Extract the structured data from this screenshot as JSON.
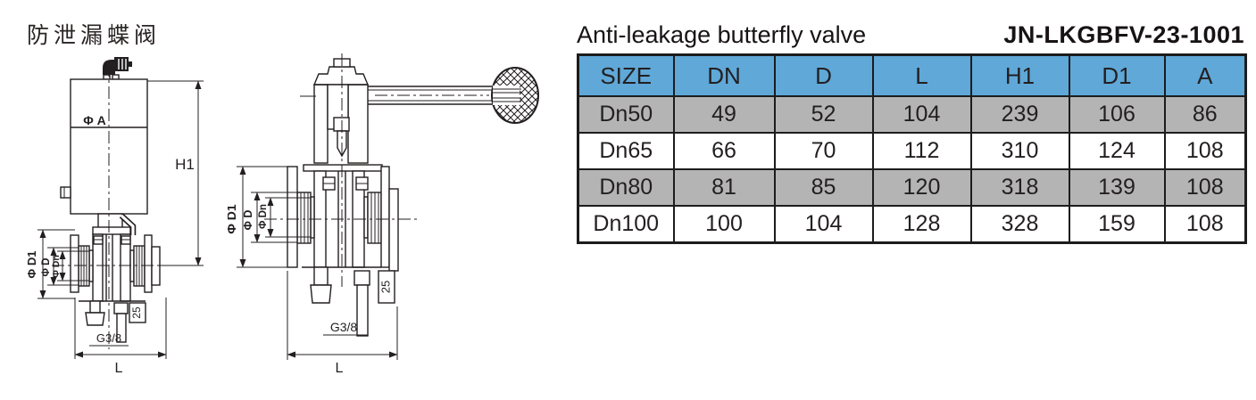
{
  "header": {
    "title_cn": "防泄漏蝶阀"
  },
  "table": {
    "title": "Anti-leakage butterfly valve",
    "model": "JN-LKGBFV-23-1001",
    "columns": [
      "SIZE",
      "DN",
      "D",
      "L",
      "H1",
      "D1",
      "A"
    ],
    "rows": [
      {
        "cells": [
          "Dn50",
          "49",
          "52",
          "104",
          "239",
          "106",
          "86"
        ]
      },
      {
        "cells": [
          "Dn65",
          "66",
          "70",
          "112",
          "310",
          "124",
          "108"
        ]
      },
      {
        "cells": [
          "Dn80",
          "81",
          "85",
          "120",
          "318",
          "139",
          "108"
        ]
      },
      {
        "cells": [
          "Dn100",
          "100",
          "104",
          "128",
          "328",
          "159",
          "108"
        ]
      }
    ],
    "colors": {
      "header_bg": "#5FA8D8",
      "row_alt_bg": "#B4B4B4",
      "border": "#1C1C1C"
    }
  },
  "drawings": {
    "line_color": "#231F20",
    "pneumatic": {
      "phi_a": "Φ A",
      "h1": "H1",
      "phi_d1": "Φ D1",
      "phi_d": "Φ D",
      "phi_dn": "Φ Dn",
      "thread": "G3/8",
      "depth": "25",
      "length": "L"
    },
    "manual": {
      "phi_d1": "Φ D1",
      "phi_d": "Φ D",
      "phi_dn": "Φ Dn",
      "thread": "G3/8",
      "depth": "25",
      "length": "L"
    }
  }
}
